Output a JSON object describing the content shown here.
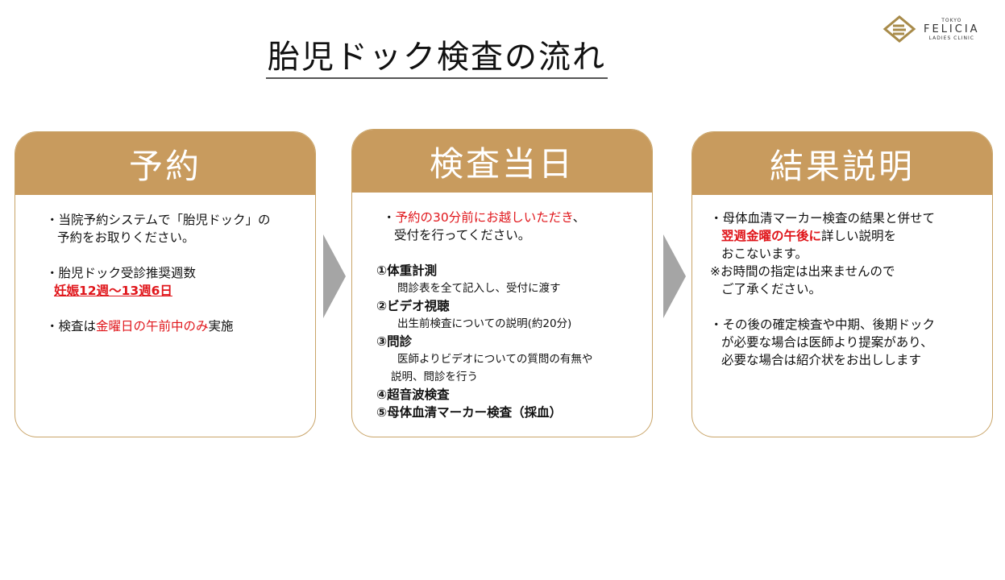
{
  "title": "胎児ドック検査の流れ",
  "logo": {
    "top": "TOKYO",
    "main": "FELICIA",
    "sub": "LADIES CLINIC"
  },
  "colors": {
    "gold": "#c89b5e",
    "red": "#e0161b",
    "arrow": "#a5a5a5"
  },
  "cards": [
    {
      "header": "予約",
      "l1": "・当院予約システムで「胎児ドック」の",
      "l2": "予約をお取りください。",
      "l3": "・胎児ドック受診推奨週数",
      "l4": "妊娠12週～13週6日",
      "l5a": "・検査は",
      "l5b": "金曜日の午前中のみ",
      "l5c": "実施"
    },
    {
      "header": "検査当日",
      "l1a": "・",
      "l1b": "予約の30分前にお越しいただき",
      "l1c": "、",
      "l2": "受付を行ってください。",
      "s1": "①体重計測",
      "s1d": "問診表を全て記入し、受付に渡す",
      "s2": "②ビデオ視聴",
      "s2d": "出生前検査についての説明(約20分)",
      "s3": "③問診",
      "s3d1": "医師よりビデオについての質問の有無や",
      "s3d2": "説明、問診を行う",
      "s4": "④超音波検査",
      "s5": "⑤母体血清マーカー検査（採血）"
    },
    {
      "header": "結果説明",
      "l1": "・母体血清マーカー検査の結果と併せて",
      "l2a": "翌週金曜の午後に",
      "l2b": "詳しい説明を",
      "l3": "おこないます。",
      "l4": "※お時間の指定は出来ませんので",
      "l5": "ご了承ください。",
      "l6": "・その後の確定検査や中期、後期ドック",
      "l7": "が必要な場合は医師より提案があり、",
      "l8": "必要な場合は紹介状をお出しします"
    }
  ]
}
